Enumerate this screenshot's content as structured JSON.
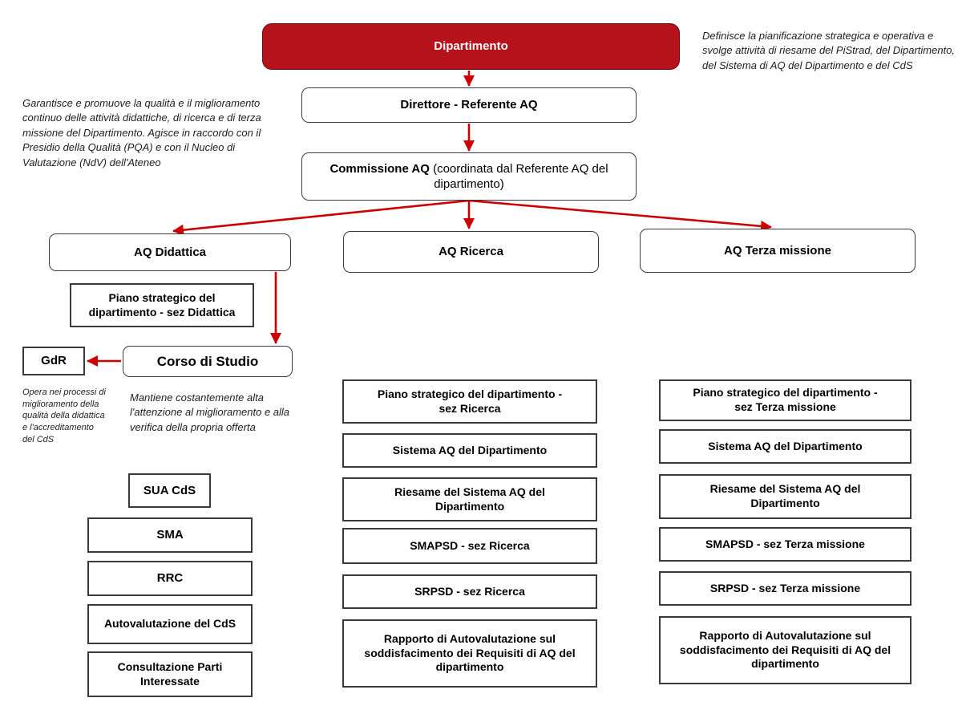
{
  "nodes": {
    "dipartimento": "Dipartimento",
    "direttore": "Direttore - Referente AQ",
    "commissione_bold": "Commissione AQ",
    "commissione_rest": " (coordinata dal Referente AQ del dipartimento)",
    "aq_didattica": "AQ Didattica",
    "aq_ricerca": "AQ Ricerca",
    "aq_terza": "AQ Terza missione",
    "piano_didattica": "Piano strategico del dipartimento - sez Didattica",
    "gdr": "GdR",
    "corso": "Corso di Studio",
    "sua": "SUA CdS",
    "sma": "SMA",
    "rrc": "RRC",
    "autovalutazione": "Autovalutazione del CdS",
    "consultazione": "Consultazione Parti Interessate"
  },
  "ricerca_column": [
    "Piano strategico del dipartimento - sez Ricerca",
    "Sistema AQ del Dipartimento",
    "Riesame del Sistema AQ del Dipartimento",
    "SMAPSD - sez Ricerca",
    "SRPSD - sez Ricerca",
    "Rapporto di Autovalutazione sul soddisfacimento dei Requisiti di AQ del dipartimento"
  ],
  "terza_column": [
    "Piano strategico del dipartimento - sez Terza missione",
    "Sistema AQ del Dipartimento",
    "Riesame del Sistema AQ del Dipartimento",
    "SMAPSD - sez Terza missione",
    "SRPSD - sez Terza missione",
    "Rapporto di Autovalutazione sul soddisfacimento dei Requisiti di AQ del dipartimento"
  ],
  "notes": {
    "top_right": "Definisce la pianificazione strategica e operativa e svolge attività di riesame del PiStrad, del Dipartimento, del Sistema di AQ del Dipartimento e del CdS",
    "left": "Garantisce e promuove la qualità e il miglioramento continuo delle attività didattiche, di ricerca e di terza missione del Dipartimento. Agisce in raccordo con il Presidio della Qualità (PQA) e con il Nucleo di Valutazione (NdV) dell'Ateneo",
    "gdr": "Opera nei processi di miglioramento della qualità della didattica e l'accreditamento del CdS",
    "corso": "Mantiene costantemente alta l'attenzione al miglioramento e alla verifica della propria offerta"
  },
  "colors": {
    "accent_red": "#b5121b",
    "arrow_red": "#cc0000",
    "box_border": "#3a3a3a"
  }
}
